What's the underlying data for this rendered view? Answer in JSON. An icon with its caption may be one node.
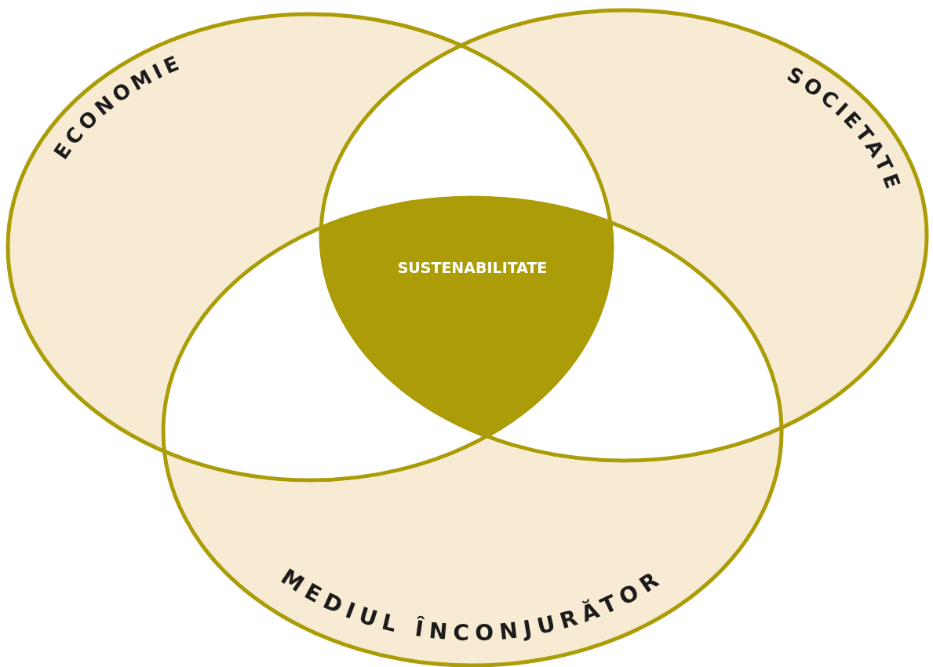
{
  "diagram": {
    "nodes": [
      {
        "text": [
          "ECONOMIE"
        ]
      },
      {
        "text": [
          "SOCIETATE"
        ]
      },
      {
        "text": [
          "MEDIUL ÎNCONJURĂTOR"
        ]
      },
      {
        "text": [
          "SUSTENABILITATE"
        ]
      }
    ]
  }
}
